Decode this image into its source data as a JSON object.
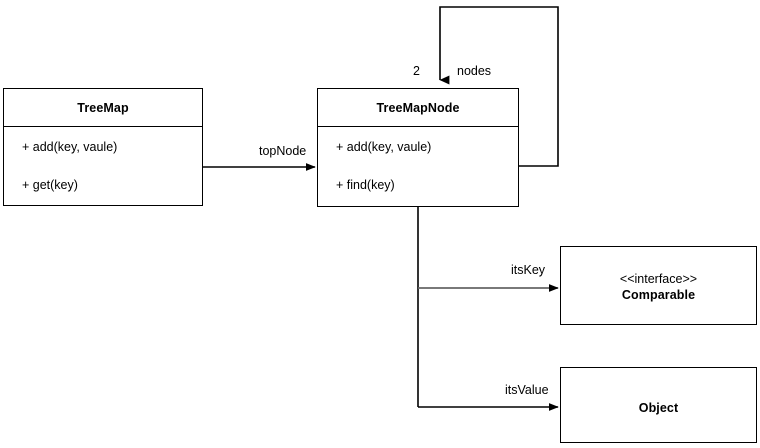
{
  "diagram": {
    "type": "uml-class-diagram",
    "background": "#ffffff",
    "line_color": "#000000",
    "gray_line_color": "#666666",
    "classes": [
      {
        "id": "treemap",
        "name": "TreeMap",
        "stereotype": "",
        "members": [
          "+ add(key, vaule)",
          "+ get(key)"
        ]
      },
      {
        "id": "treemapnode",
        "name": "TreeMapNode",
        "stereotype": "",
        "members": [
          "+ add(key, vaule)",
          "+ find(key)"
        ]
      },
      {
        "id": "comparable",
        "name": "Comparable",
        "stereotype": "<<interface>>",
        "members": []
      },
      {
        "id": "object",
        "name": "Object",
        "stereotype": "",
        "members": []
      }
    ],
    "edges": [
      {
        "id": "topnode",
        "label": "topNode",
        "from": "treemap",
        "to": "treemapnode"
      },
      {
        "id": "nodes",
        "label": "nodes",
        "multiplicity": "2",
        "from": "treemapnode",
        "to": "treemapnode"
      },
      {
        "id": "itskey",
        "label": "itsKey",
        "from": "treemapnode",
        "to": "comparable"
      },
      {
        "id": "itsvalue",
        "label": "itsValue",
        "from": "treemapnode",
        "to": "object"
      }
    ]
  }
}
